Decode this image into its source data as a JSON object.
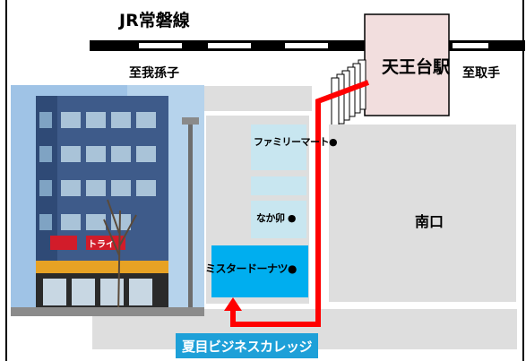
{
  "map": {
    "railway_line": "JR常磐線",
    "direction_left": "至我孫子",
    "direction_right": "至取手",
    "station": "天王台駅",
    "exit": "南口",
    "shops": {
      "familymart": "ファミリーマート●",
      "nakau": "なか卯 ●",
      "misdo": "ミスタードーナツ●"
    },
    "destination": "夏目ビジネスカレッジ",
    "photo_sign_text": "トライ",
    "colors": {
      "route": "#ff0000",
      "highlight_building": "#00aeef",
      "building": "#c8e6f0",
      "road_block": "#dedede",
      "station_fill": "#f2dede",
      "school_label": "#1ea0d8"
    },
    "icons": [
      "route-arrow-icon",
      "stairs-icon",
      "railway-track-icon"
    ]
  }
}
